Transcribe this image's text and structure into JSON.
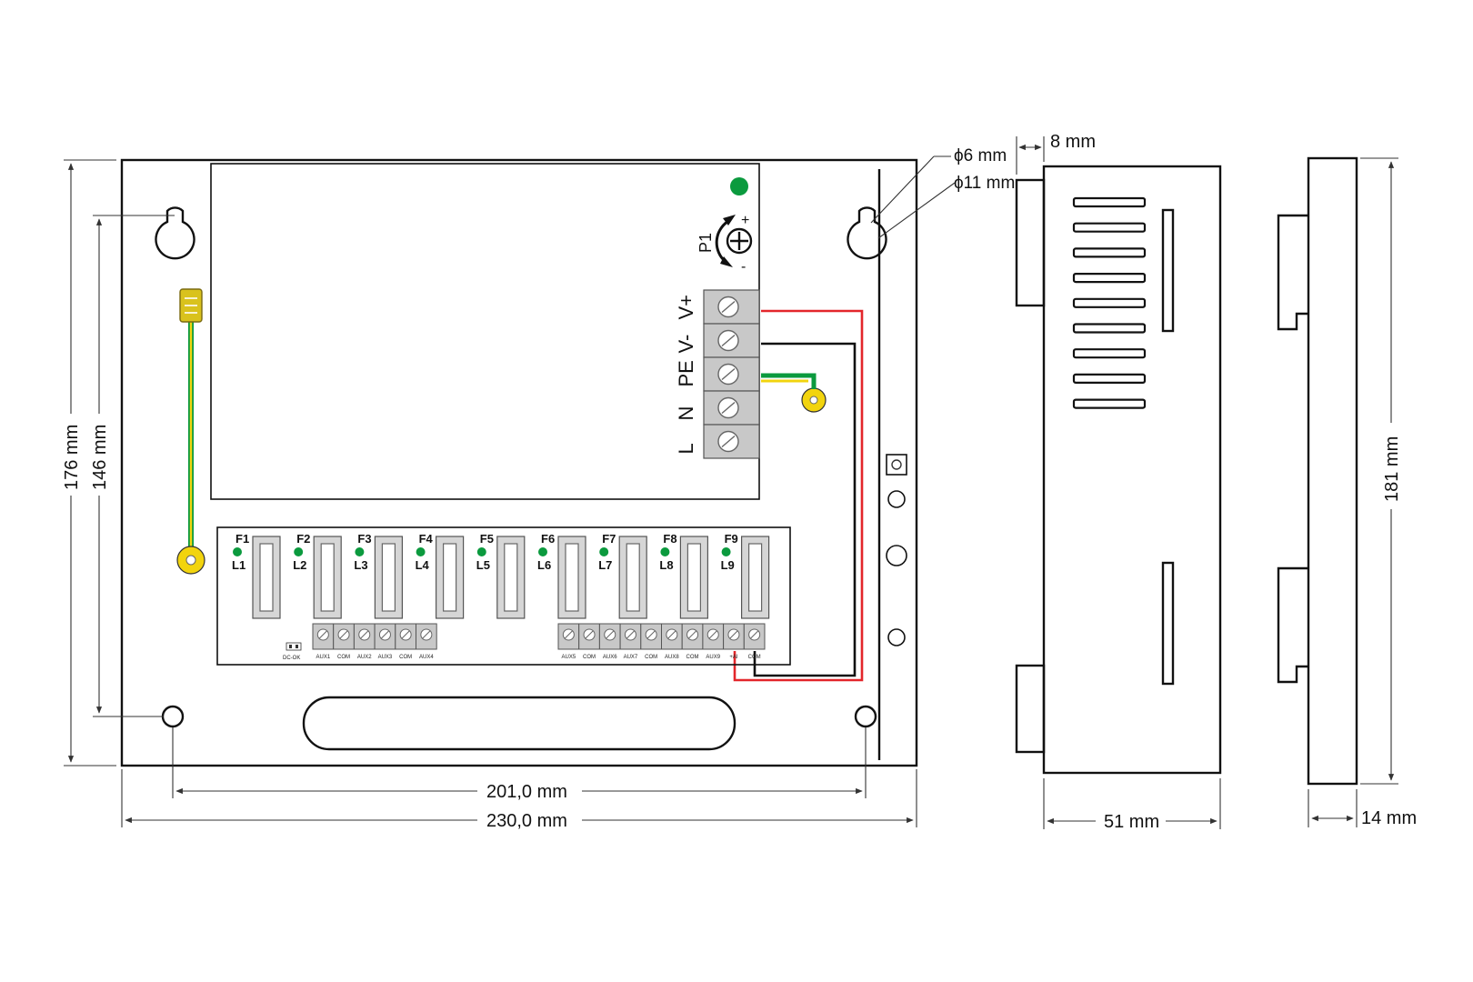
{
  "front_view": {
    "dimensions": {
      "outer_height": "176 mm",
      "hole_height": "146 mm",
      "hole_width": "201,0 mm",
      "outer_width": "230,0 mm"
    },
    "potentiometer": {
      "label": "P1",
      "plus": "+",
      "minus": "-"
    },
    "mains_terminals": [
      "V+",
      "V-",
      "PE",
      "N",
      "L"
    ],
    "fuses": [
      "F1",
      "F2",
      "F3",
      "F4",
      "F5",
      "F6",
      "F7",
      "F8",
      "F9"
    ],
    "leds": [
      "L1",
      "L2",
      "L3",
      "L4",
      "L5",
      "L6",
      "L7",
      "L8",
      "L9"
    ],
    "output_terminals_left": [
      "AUX1",
      "COM",
      "AUX2",
      "AUX3",
      "COM",
      "AUX4"
    ],
    "output_terminals_right": [
      "AUX5",
      "COM",
      "AUX6",
      "AUX7",
      "COM",
      "AUX8",
      "COM",
      "AUX9",
      "+AI",
      "COM"
    ],
    "dc_ok_label": "DC-OK",
    "colors": {
      "wire_red": "#e3262b",
      "wire_earth_green": "#0b9a3e",
      "wire_earth_yellow": "#f2d40e",
      "led_green": "#0b9a3e",
      "terminal_grey": "#c8c8c8"
    }
  },
  "callouts": {
    "hole_small": "ϕ6 mm",
    "hole_large": "ϕ11 mm"
  },
  "side_view": {
    "depth": "51 mm",
    "lip": "8 mm"
  },
  "back_view": {
    "height": "181 mm",
    "thickness": "14 mm"
  }
}
